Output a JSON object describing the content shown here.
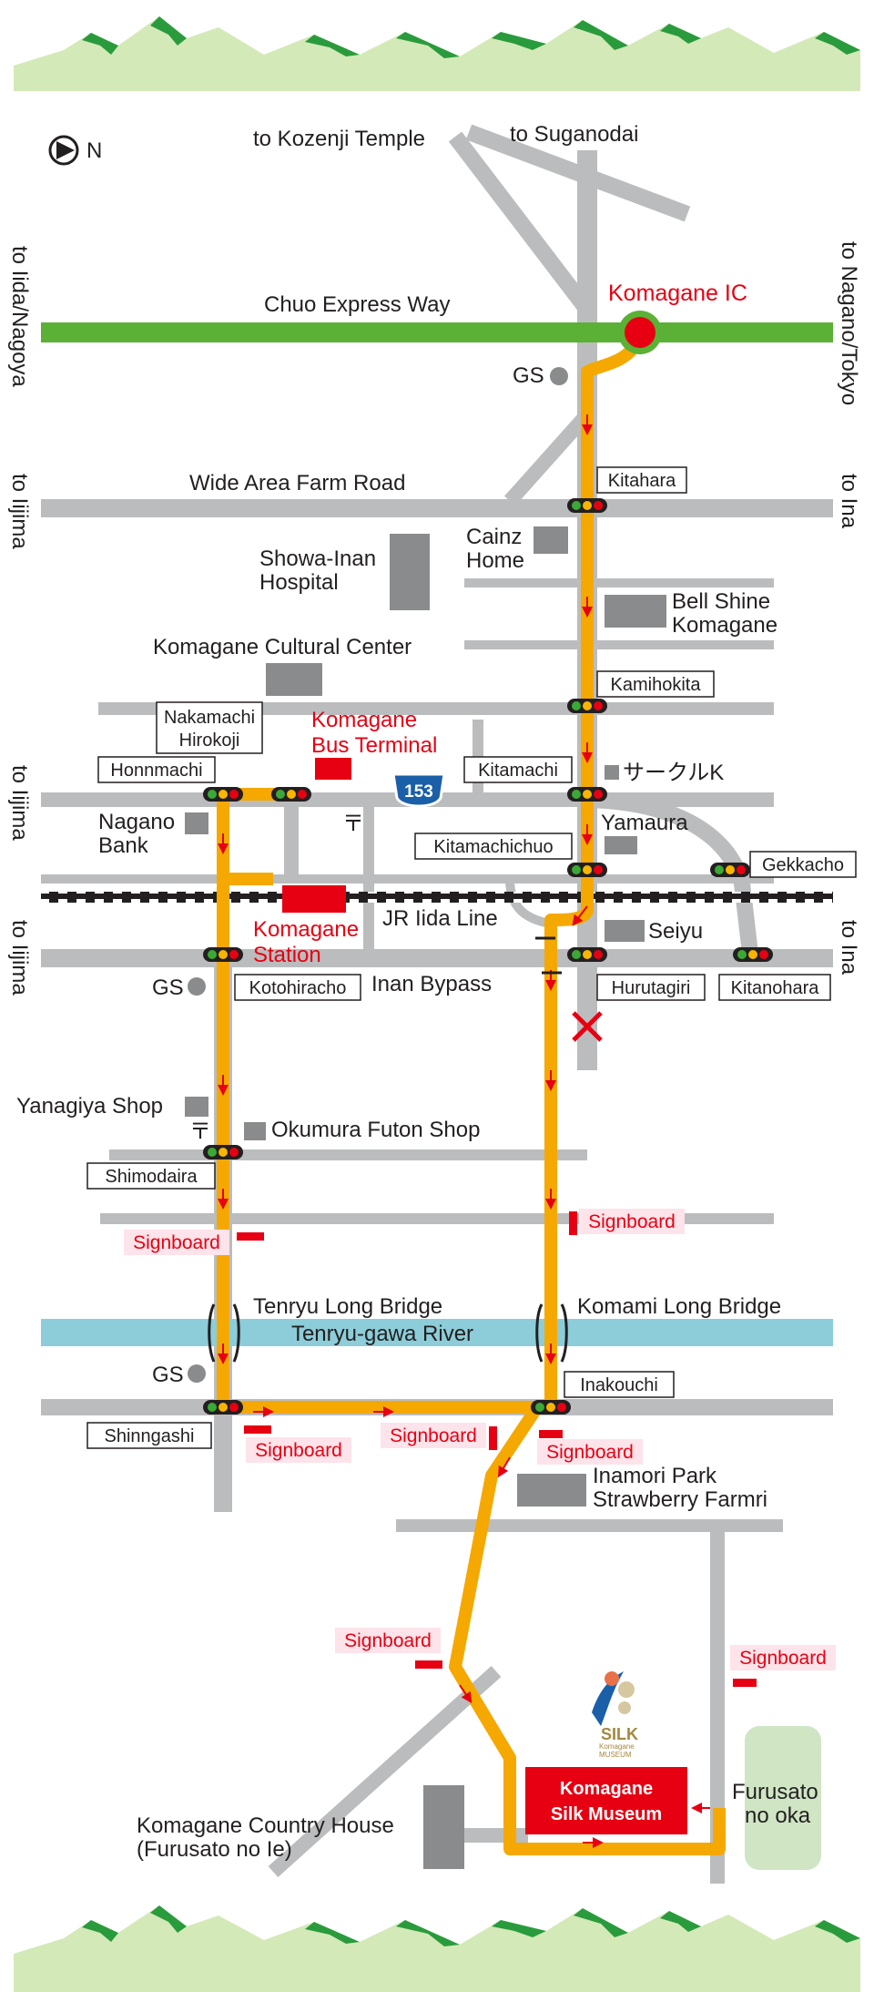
{
  "colors": {
    "route": "#f5a800",
    "road": "#bbbcbe",
    "expressway": "#5bb135",
    "river": "#8ccdd9",
    "accent_red": "#e60012",
    "mountain_light": "#d4e9b8",
    "mountain_dark": "#2a9b3c",
    "park": "#cfe5c4",
    "building": "#8a8b8d"
  },
  "compass": {
    "label": "N"
  },
  "directions": {
    "kozenji": "to Kozenji Temple",
    "suganodai": "to Suganodai",
    "iida_nagoya": "to Iida/Nagoya",
    "nagano_tokyo": "to Nagano/Tokyo",
    "iijima_1": "to Iijima",
    "iijima_2": "to Iijima",
    "iijima_3": "to Iijima",
    "ina_1": "to Ina",
    "ina_2": "to Ina"
  },
  "roads": {
    "expressway": "Chuo Express Way",
    "farm_road": "Wide Area Farm Road",
    "bypass": "Inan Bypass",
    "rail": "JR Iida Line",
    "river": "Tenryu-gawa River",
    "route_shield": "153"
  },
  "highlights": {
    "ic": "Komagane IC",
    "bus_terminal_1": "Komagane",
    "bus_terminal_2": "Bus Terminal",
    "station_1": "Komagane",
    "station_2": "Station",
    "museum_1": "Komagane",
    "museum_2": "Silk Museum"
  },
  "intersections": {
    "kitahara": "Kitahara",
    "kamihokita": "Kamihokita",
    "kitamachi": "Kitamachi",
    "kitamachichuo": "Kitamachichuo",
    "gekkacho": "Gekkacho",
    "honnmachi": "Honnmachi",
    "nakamachi_1": "Nakamachi",
    "nakamachi_2": "Hirokoji",
    "kotohiracho": "Kotohiracho",
    "hurutagiri": "Hurutagiri",
    "kitanohara": "Kitanohara",
    "shimodaira": "Shimodaira",
    "shinngashi": "Shinngashi",
    "inakouchi": "Inakouchi"
  },
  "places": {
    "gs": "GS",
    "cainz_1": "Cainz",
    "cainz_2": "Home",
    "showa_1": "Showa-Inan",
    "showa_2": "Hospital",
    "bellshine_1": "Bell Shine",
    "bellshine_2": "Komagane",
    "cultural_center": "Komagane Cultural Center",
    "circle_k": "サークルK",
    "yamaura": "Yamaura",
    "nagano_bank_1": "Nagano",
    "nagano_bank_2": "Bank",
    "post_mark": "〒",
    "seiyu": "Seiyu",
    "yanagiya": "Yanagiya Shop",
    "okumura": "Okumura Futon Shop",
    "tenryu_bridge": "Tenryu Long Bridge",
    "komami_bridge": "Komami Long Bridge",
    "inamori_1": "Inamori Park",
    "inamori_2": "Strawberry Farmri",
    "country_house_1": "Komagane Country House",
    "country_house_2": "(Furusato no Ie)",
    "furusato_1": "Furusato",
    "furusato_2": "no oka",
    "signboard": "Signboard"
  },
  "logo": {
    "line1": "SILK",
    "line2": "Komagane",
    "line3": "MUSEUM"
  }
}
